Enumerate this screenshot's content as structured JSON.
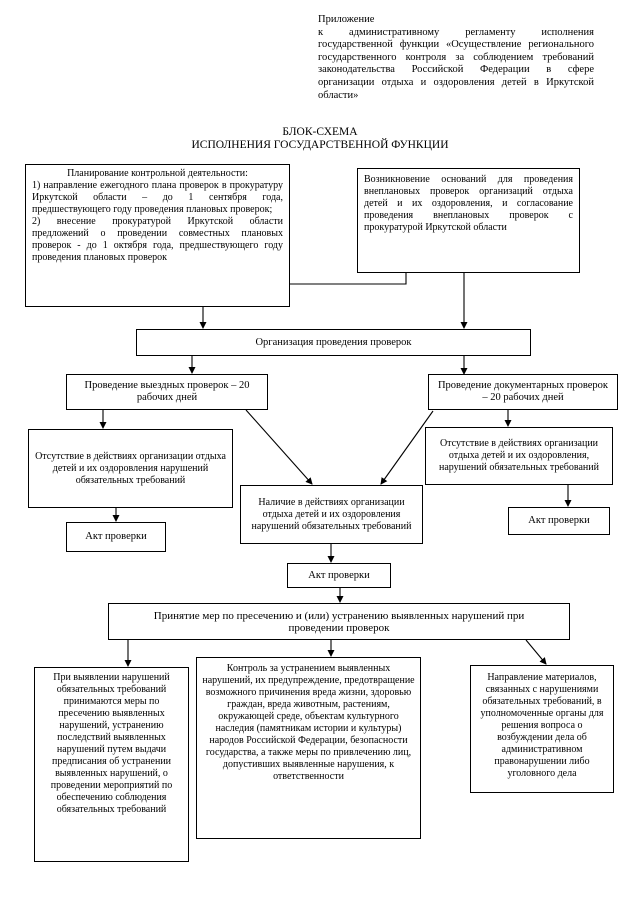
{
  "appendix": {
    "line1": "Приложение",
    "line2": "к административному регламенту исполнения государственной функции «Осуществление регионального государственного контроля за соблюдением требований законодательства Российской Федерации в сфере организации отдыха и оздоровления детей в Иркутской области»"
  },
  "title": {
    "line1": "БЛОК-СХЕМА",
    "line2": "ИСПОЛНЕНИЯ ГОСУДАРСТВЕННОЙ ФУНКЦИИ"
  },
  "boxes": {
    "planning": {
      "heading": "Планирование контрольной деятельности:",
      "item1": "1) направление ежегодного плана проверок в прокуратуру Иркутской области – до 1 сентября года, предшествующего году проведения плановых проверок;",
      "item2": "2) внесение прокуратурой Иркутской области предложений о проведении совместных плановых проверок - до 1 октября года, предшествующего году проведения плановых проверок"
    },
    "unscheduled": "Возникновение оснований для проведения внеплановых проверок организаций отдыха детей и их оздоровления, и согласование проведения внеплановых проверок с прокуратурой Иркутской области",
    "organization": "Организация проведения проверок",
    "onsite": "Проведение выездных проверок – 20 рабочих дней",
    "documentary": "Проведение документарных проверок – 20 рабочих дней",
    "absence_left": "Отсутствие в действиях организации отдыха детей и их оздоровления нарушений обязательных требований",
    "absence_right": "Отсутствие в действиях организации отдыха детей и их оздоровления, нарушений обязательных требований",
    "presence": "Наличие в действиях организации отдыха детей и их оздоровления нарушений обязательных требований",
    "act_left": "Акт проверки",
    "act_right": "Акт проверки",
    "act_center": "Акт проверки",
    "measures": "Принятие мер по пресечению и (или) устранению выявленных нарушений при проведении проверок",
    "bottom_left": "При выявлении нарушений обязательных требований принимаются меры по пресечению выявленных нарушений, устранению последствий выявленных нарушений путем выдачи предписания об устранении выявленных нарушений, о проведении мероприятий по обеспечению соблюдения обязательных требований",
    "bottom_center": "Контроль за устранением выявленных нарушений, их предупреждение, предотвращение возможного причинения вреда жизни, здоровью граждан, вреда животным, растениям, окружающей среде, объектам культурного наследия (памятникам истории и культуры) народов Российской Федерации, безопасности государства, а также меры по привлечению лиц, допустивших выявленные нарушения, к ответственности",
    "bottom_right": "Направление материалов, связанных с нарушениями обязательных требований, в уполномоченные органы для решения вопроса о возбуждении дела об административном правонарушении либо уголовного дела"
  }
}
